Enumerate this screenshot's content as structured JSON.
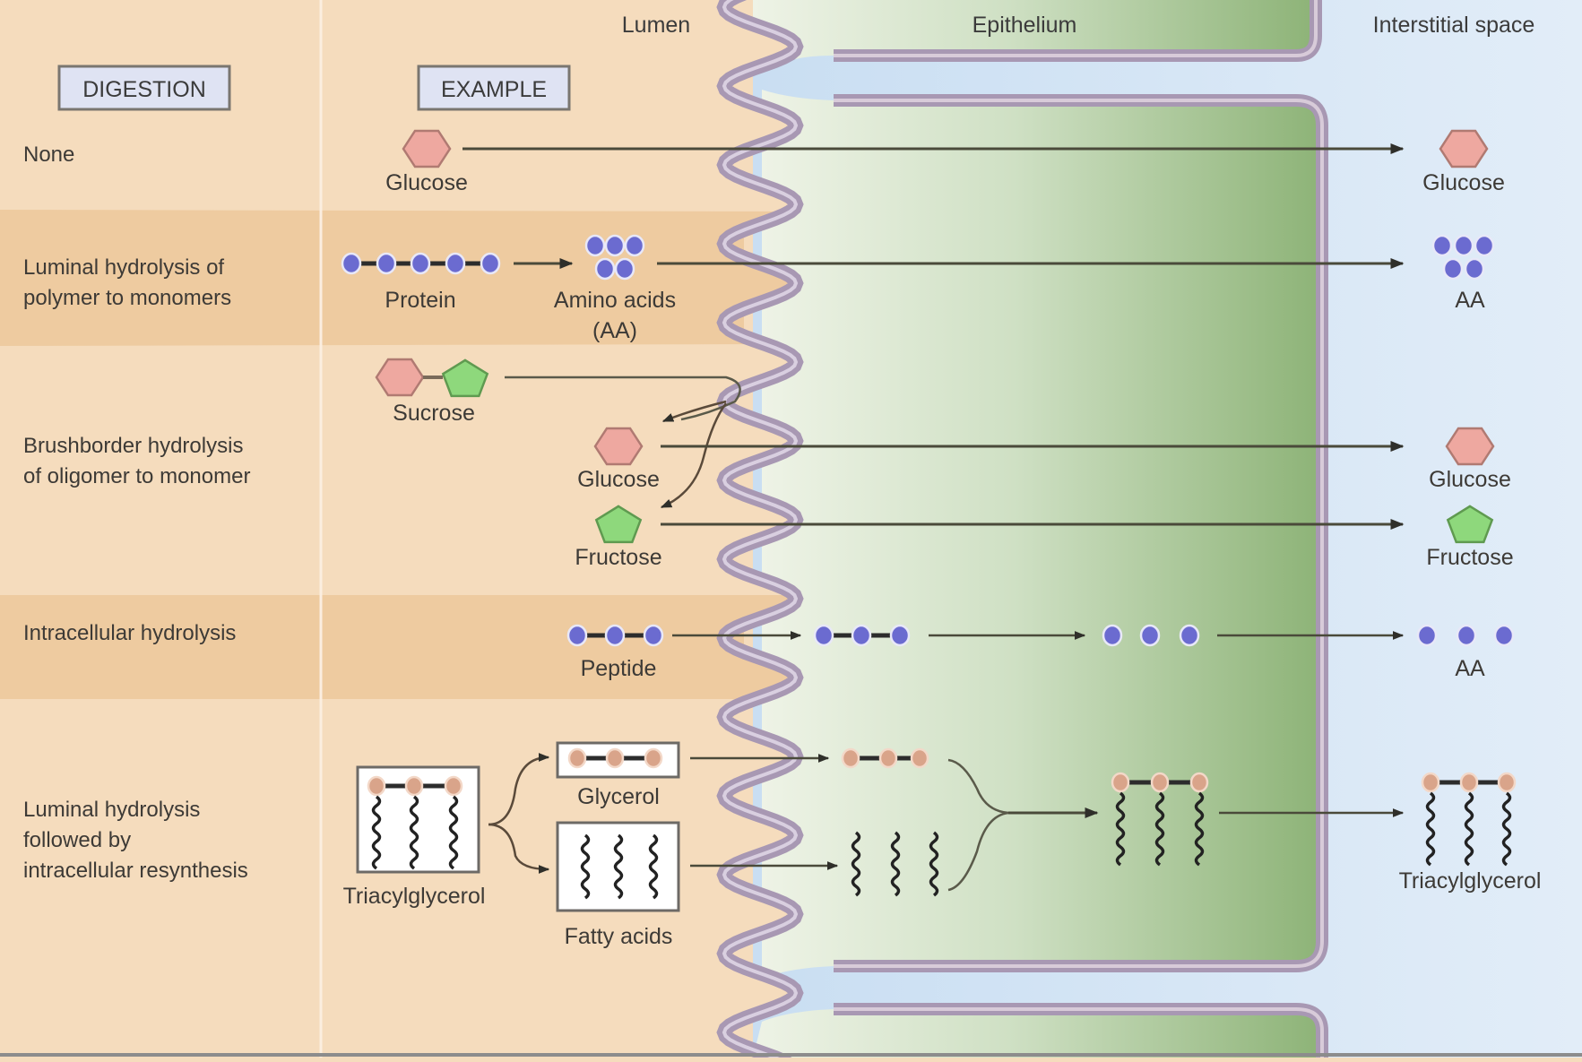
{
  "regions": {
    "lumen": "Lumen",
    "epithelium": "Epithelium",
    "interstitial": "Interstitial space"
  },
  "headers": {
    "digestion": "DIGESTION",
    "example": "EXAMPLE"
  },
  "rows": [
    {
      "digestion": [
        "None"
      ]
    },
    {
      "digestion": [
        "Luminal hydrolysis of",
        "polymer to monomers"
      ]
    },
    {
      "digestion": [
        "Brushborder hydrolysis",
        "of oligomer to monomer"
      ]
    },
    {
      "digestion": [
        "Intracellular hydrolysis"
      ]
    },
    {
      "digestion": [
        "Luminal hydrolysis",
        "followed by",
        "intracellular resynthesis"
      ]
    }
  ],
  "molecules": {
    "glucose": "Glucose",
    "protein": "Protein",
    "amino_acids": [
      "Amino acids",
      "(AA)"
    ],
    "aa": "AA",
    "sucrose": "Sucrose",
    "fructose": "Fructose",
    "peptide": "Peptide",
    "triacylglycerol": "Triacylglycerol",
    "glycerol": "Glycerol",
    "fatty_acids": "Fatty acids"
  },
  "colors": {
    "lumen_bg": "#f5dcbd",
    "band_bg": "#eecba0",
    "epithelium_light": "#e3eedc",
    "epithelium_dark": "#8fb57a",
    "interstitial_bg": "#cfe2f3",
    "membrane": "#a898b3",
    "glucose_fill": "#eea8a0",
    "fructose_fill": "#8ed87c",
    "amino_acid": "#6b6bd0",
    "glycerol": "#d9a48a",
    "arrow": "#4a4a3a",
    "header_box": "#dfe3f3"
  }
}
